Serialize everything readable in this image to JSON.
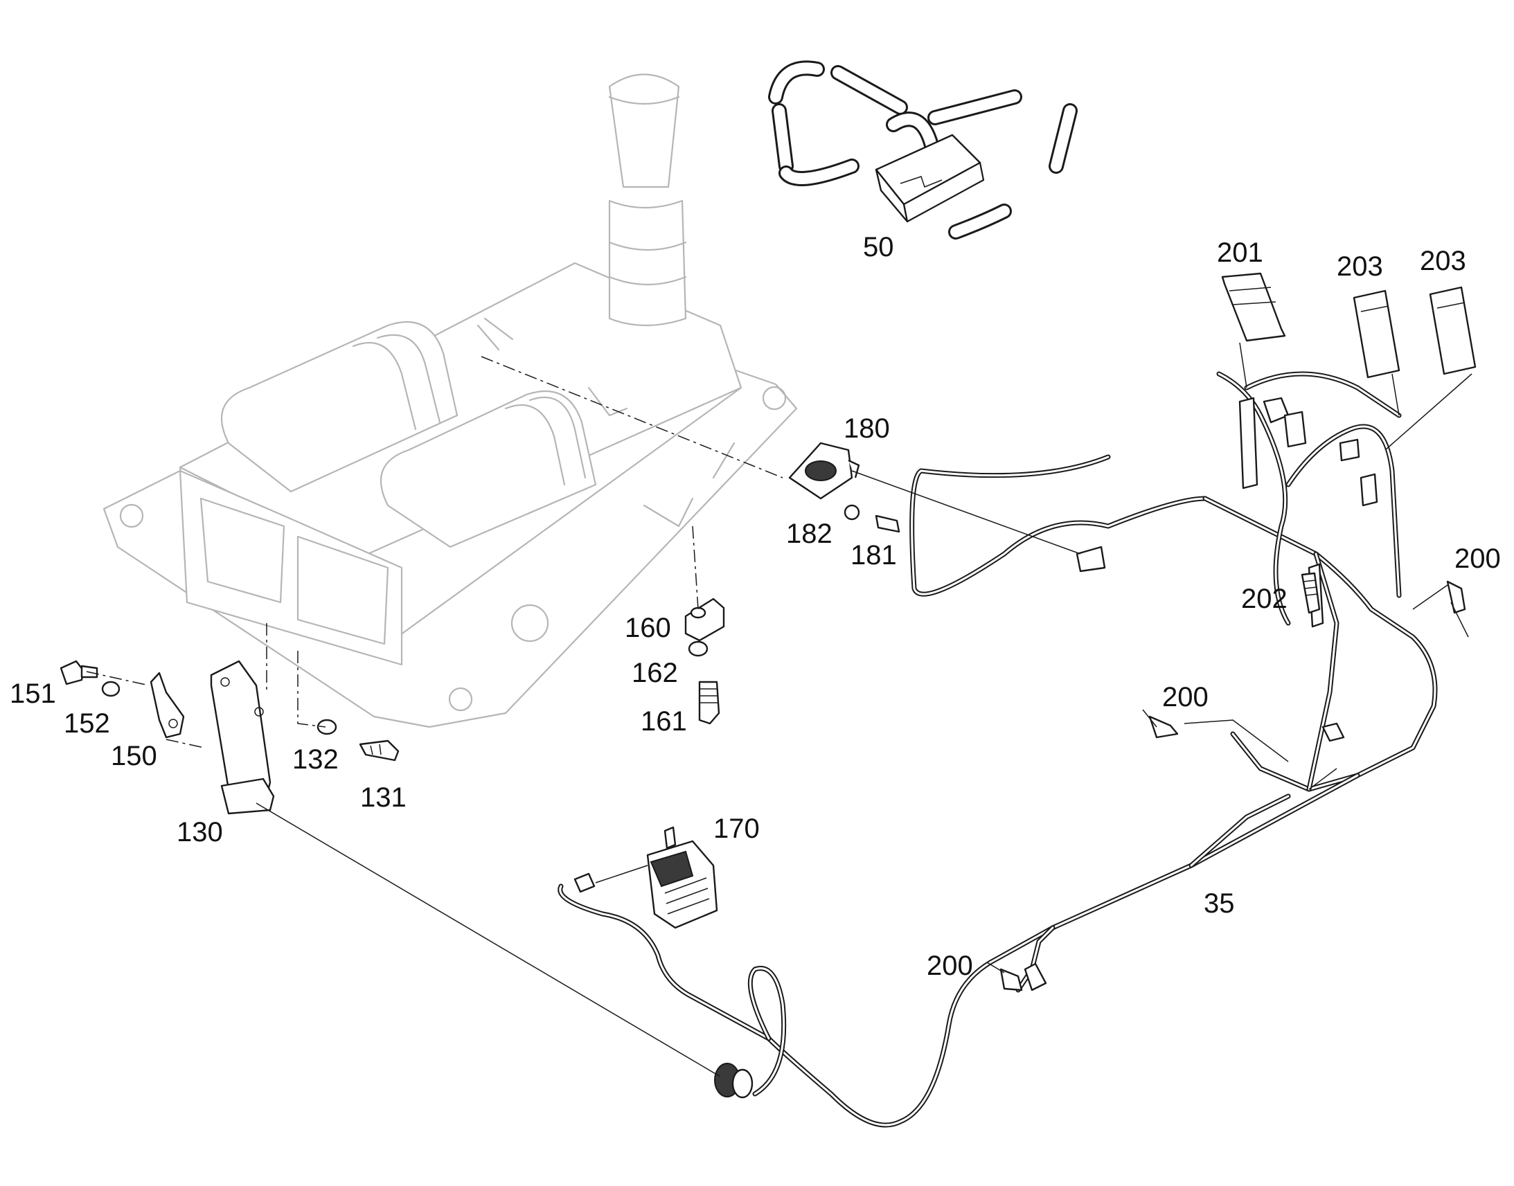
{
  "callouts": {
    "c35": "35",
    "c50": "50",
    "c130": "130",
    "c131": "131",
    "c132": "132",
    "c150": "150",
    "c151": "151",
    "c152": "152",
    "c160": "160",
    "c161": "161",
    "c162": "162",
    "c170": "170",
    "c180": "180",
    "c181": "181",
    "c182": "182",
    "c200a": "200",
    "c200b": "200",
    "c200c": "200",
    "c201": "201",
    "c202": "202",
    "c203a": "203",
    "c203b": "203"
  },
  "colors": {
    "ink": "#1a1a1a",
    "background_part": "#b5b5b5",
    "paper": "#ffffff"
  }
}
